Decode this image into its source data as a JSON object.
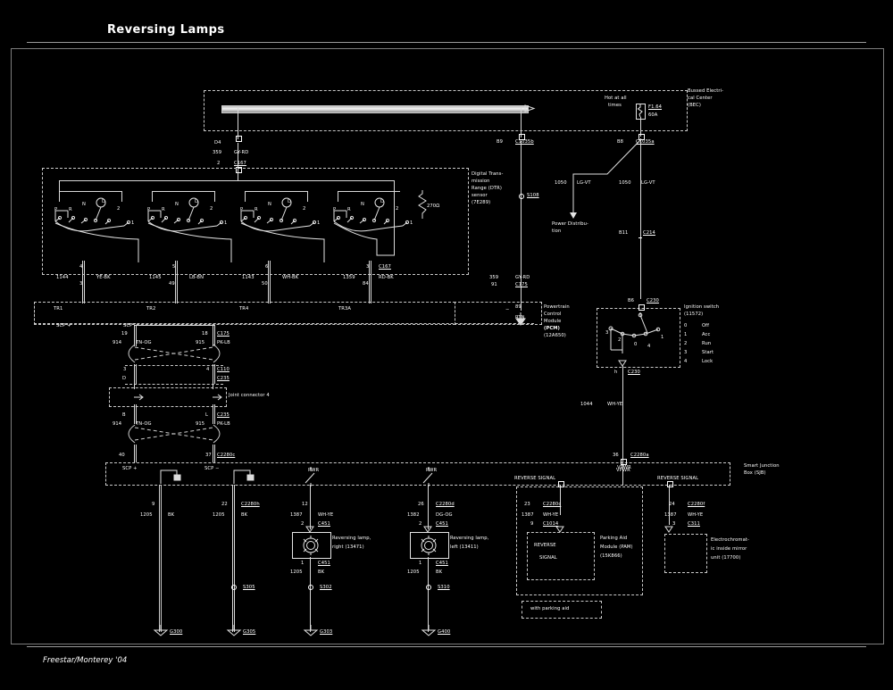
{
  "page": {
    "title": "Reversing Lamps",
    "footer": "Freestar/Monterey '04",
    "bg_color": "#000000",
    "line_color": "#d8d8d8"
  },
  "bec": {
    "label_line1": "Bussed Electri-",
    "label_line2": "cal Center",
    "label_line3": "(BEC)",
    "hot_at_all_times_line1": "Hot at all",
    "hot_at_all_times_line2": "times",
    "fuse_id": "F1.64",
    "fuse_rating": "60A",
    "left_pin": "D4",
    "left_wire_num": "359",
    "left_wire_color": "GY-RD",
    "left_conn_pin": "2",
    "left_conn_id": "C167",
    "mid_pin": "B9",
    "mid_conn_id": "C1035b",
    "right_pin": "B8",
    "right_conn_id": "C1035a"
  },
  "power_dist": {
    "wire_num": "1050",
    "wire_color": "LG-VT",
    "label_line1": "Power Distribu-",
    "label_line2": "tion",
    "branch_wire_num": "1050",
    "branch_wire_color": "LG-VT",
    "inline_pin": "B11",
    "inline_conn": "C214"
  },
  "dtr": {
    "label_line1": "Digital Trans-",
    "label_line2": "mission",
    "label_line3": "Range (DTR)",
    "label_line4": "sensor",
    "label_line5": "(7E289)",
    "resistor": "270Ω",
    "positions": [
      "P",
      "R",
      "N",
      "D",
      "2",
      "1"
    ],
    "blocks": [
      {
        "gear_labels": [
          "P",
          "R",
          "N",
          "D",
          "2",
          "1"
        ]
      },
      {
        "gear_labels": [
          "P",
          "R",
          "N",
          "D",
          "2",
          "1"
        ]
      },
      {
        "gear_labels": [
          "P",
          "R",
          "N",
          "D",
          "2",
          "1"
        ]
      },
      {
        "gear_labels": [
          "P",
          "R",
          "N",
          "D",
          "2",
          "1"
        ]
      }
    ],
    "outputs": [
      {
        "pin": "4",
        "wire_num": "1144",
        "wire_num2": "3",
        "color": "YE-BK",
        "pcm_pin": "TR1"
      },
      {
        "pin": "5",
        "wire_num": "1145",
        "wire_num2": "49",
        "color": "LB-BN",
        "pcm_pin": "TR2"
      },
      {
        "pin": "6",
        "wire_num": "1143",
        "wire_num2": "50",
        "color": "WH-BK",
        "pcm_pin": "TR4"
      },
      {
        "pin": "3",
        "wire_num": "1359",
        "wire_num2": "84",
        "color": "RD-BK",
        "pcm_pin": "TR3A",
        "conn_id": "C167"
      }
    ]
  },
  "splice_s108": "S108",
  "pcm": {
    "label_line1": "Powertrain",
    "label_line2": "Control",
    "label_line3": "Module",
    "label_line4": "(PCM)",
    "label_line5": "(12A650)",
    "rtn_wire_num": "359",
    "rtn_wire_num2": "91",
    "rtn_color": "GY-RD",
    "rtn_conn": "C175",
    "rtn_pin": "89",
    "rtn_label": "RTN",
    "scp_plus": "SCP +",
    "scp_minus": "SCP −"
  },
  "ignition": {
    "label": "Ignition switch",
    "part": "(11572)",
    "top_pin": "B6",
    "top_conn": "C230",
    "bottom_pin": "h",
    "bottom_conn": "C230",
    "out_wire_num": "1044",
    "out_wire_color": "WH-YE",
    "out_pin": "36",
    "out_conn": "C2280a",
    "out_label": "VPWR",
    "positions": [
      {
        "num": "0",
        "name": "Off"
      },
      {
        "num": "1",
        "name": "Acc"
      },
      {
        "num": "2",
        "name": "Run"
      },
      {
        "num": "3",
        "name": "Start"
      },
      {
        "num": "4",
        "name": "Lock"
      }
    ],
    "contacts": [
      "3",
      "2",
      "0",
      "4",
      "1"
    ]
  },
  "joint_connector": {
    "label": "Joint connector 4",
    "top_left_pin": "19",
    "top_left_wire": "914",
    "top_left_color": "TN-OG",
    "top_right_pin": "18",
    "top_right_wire": "915",
    "top_right_color": "PK-LB",
    "top_conn": "C175",
    "mid_left_pin": "3",
    "mid_left_pin2": "D",
    "mid_right_pin": "4",
    "mid_conn1": "C110",
    "mid_conn2": "C235",
    "bot_left_pin": "B",
    "bot_left_wire": "914",
    "bot_left_color": "TN-OG",
    "bot_right_pin": "L",
    "bot_right_wire": "915",
    "bot_right_color": "PK-LB",
    "bot_conn": "C235",
    "end_left_pin": "40",
    "end_right_pin": "37",
    "end_conn": "C2280c"
  },
  "sjb": {
    "label_line1": "Smart Junction",
    "label_line2": "Box (SJB)",
    "scp_plus": "SCP +",
    "scp_minus": "SCP −",
    "pwr": "PWR",
    "reverse_signal": "REVERSE SIGNAL",
    "vpwr": "VPWR"
  },
  "bottom": {
    "gnd1": {
      "pin": "9",
      "wire": "1205",
      "color": "BK",
      "ground": "G300"
    },
    "gnd2": {
      "pin": "22",
      "wire": "1205",
      "color": "BK",
      "conn": "C2280h",
      "splice": "S305",
      "ground": "G305"
    },
    "lamp_right": {
      "pin": "12",
      "wire": "1387",
      "color": "WH-YE",
      "conn_pin": "2",
      "conn": "C451",
      "name_line1": "Reversing lamp,",
      "name_line2": "right (13471)",
      "out_pin": "1",
      "out_conn": "C451",
      "out_wire": "1205",
      "out_color": "BK",
      "splice": "S302",
      "ground": "G303"
    },
    "lamp_left": {
      "pin": "26",
      "wire": "1382",
      "color": "DG-OG",
      "conn_id": "C2280d",
      "conn_pin": "2",
      "conn": "C451",
      "name_line1": "Reversing lamp,",
      "name_line2": "left (13411)",
      "out_pin": "1",
      "out_conn": "C451",
      "out_wire": "1205",
      "out_color": "BK",
      "splice": "S310",
      "ground": "G400"
    },
    "pam": {
      "header": "REVERSE SIGNAL",
      "pin": "23",
      "conn_id": "C2280c",
      "wire": "1387",
      "color": "WH-YE",
      "conn_pin": "9",
      "conn": "C1014",
      "box_line1": "REVERSE",
      "box_line2": "SIGNAL",
      "name_line1": "Parking Aid",
      "name_line2": "Module (PAM)",
      "name_line3": "(15K866)",
      "note": "with parking aid"
    },
    "mirror": {
      "header": "REVERSE SIGNAL",
      "pin": "24",
      "conn_id": "C2280f",
      "wire": "1387",
      "color": "WH-YE",
      "conn_pin": "3",
      "conn": "C311",
      "name_line1": "Electrochromat-",
      "name_line2": "ic inside mirror",
      "name_line3": "unit (17700)"
    }
  }
}
